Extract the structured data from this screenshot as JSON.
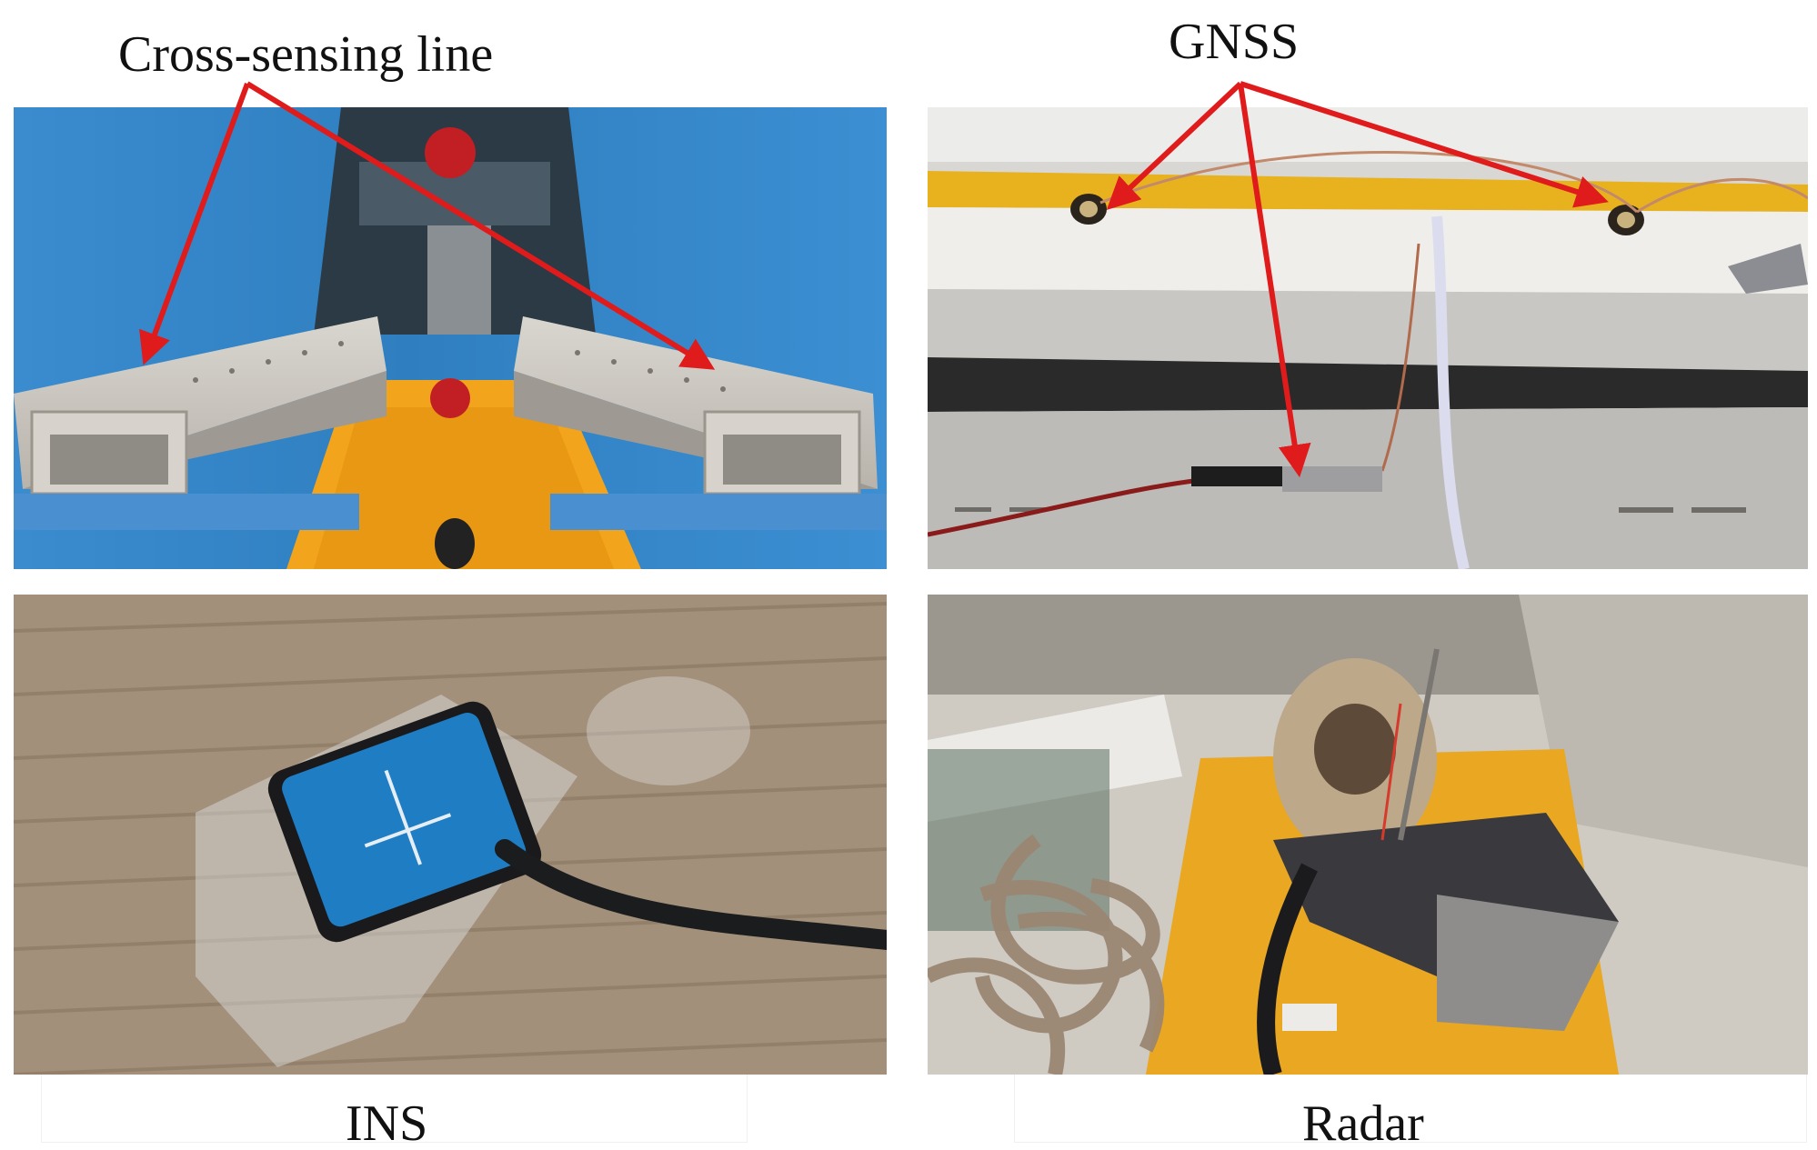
{
  "labels": {
    "top_left": "Cross-sensing line",
    "top_right": "GNSS",
    "bottom_left": "INS",
    "bottom_right": "Radar"
  },
  "colors": {
    "annotation_arrow": "#e01b1b",
    "background": "#ffffff"
  },
  "panels": [
    {
      "id": "cross-sensing",
      "subject": "blue channel interior with two metal rail sensing lines"
    },
    {
      "id": "gnss",
      "subject": "underside of beam with yellow strip and GNSS antennas"
    },
    {
      "id": "ins",
      "subject": "blue inertial sensor module on wooden surface"
    },
    {
      "id": "radar",
      "subject": "yellow machine with braided cables and taped radar unit"
    }
  ]
}
